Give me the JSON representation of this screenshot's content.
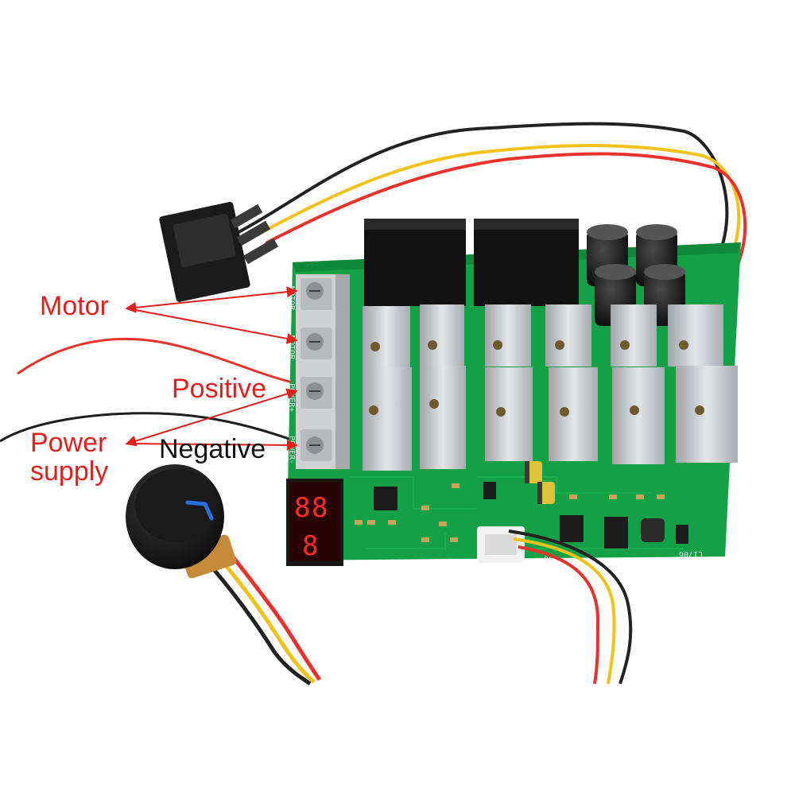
{
  "labels": {
    "motor": "Motor",
    "positive": "Positive",
    "power_line1": "Power",
    "power_line2": "supply",
    "negative": "Negative"
  },
  "board": {
    "terminal_marks": [
      "MOTOR",
      "MOTOR",
      "POWER+",
      "POWER-"
    ],
    "silk_code": "LI706",
    "silk_fragment": "96"
  },
  "display": {
    "digits": [
      "8",
      "8",
      "8"
    ]
  },
  "colors": {
    "label_red": "#e0201c",
    "label_black": "#111111",
    "pcb_green": "#14a046",
    "wire_red": "#e8322b",
    "wire_yellow": "#f2c21b",
    "wire_black": "#222222",
    "heatsink": "#c8ccd0",
    "led_red": "#ff2a2a"
  }
}
